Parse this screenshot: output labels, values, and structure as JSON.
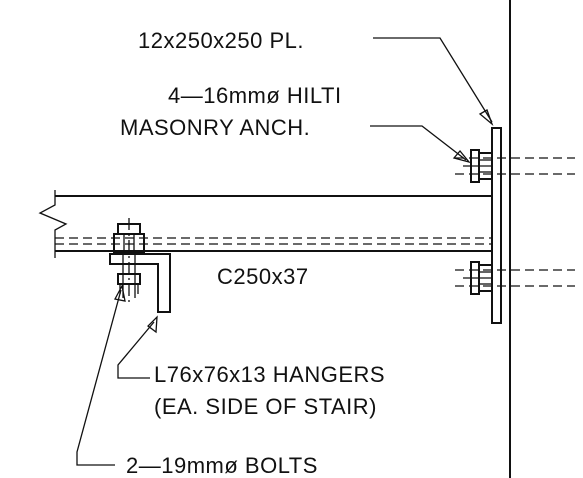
{
  "labels": {
    "plate": "12x250x250  PL.",
    "anchor_line1": "4—16mmø  HILTI",
    "anchor_line2": "MASONRY  ANCH.",
    "channel": "C250x37",
    "hangers_line1": "L76x76x13  HANGERS",
    "hangers_line2": "(EA.  SIDE  OF  STAIR)",
    "bolts": "2—19mmø  BOLTS"
  }
}
